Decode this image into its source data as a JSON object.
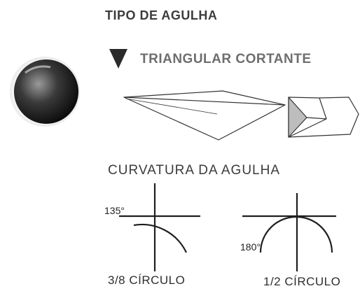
{
  "needle_type": {
    "heading": "TIPO DE AGULHA",
    "type_label": "TRIANGULAR CORTANTE",
    "type_icon": "down-triangle-icon"
  },
  "curvature": {
    "heading": "CURVATURA DA AGULHA",
    "items": [
      {
        "angle_label": "135°",
        "caption": "3/8 CÍRCULO"
      },
      {
        "angle_label": "180°",
        "caption": "1/2 CÍRCULO"
      }
    ]
  },
  "colors": {
    "needle_fill": "#bdbdbd",
    "text": "#3c3c3c",
    "type_label": "#6e6e6e"
  }
}
